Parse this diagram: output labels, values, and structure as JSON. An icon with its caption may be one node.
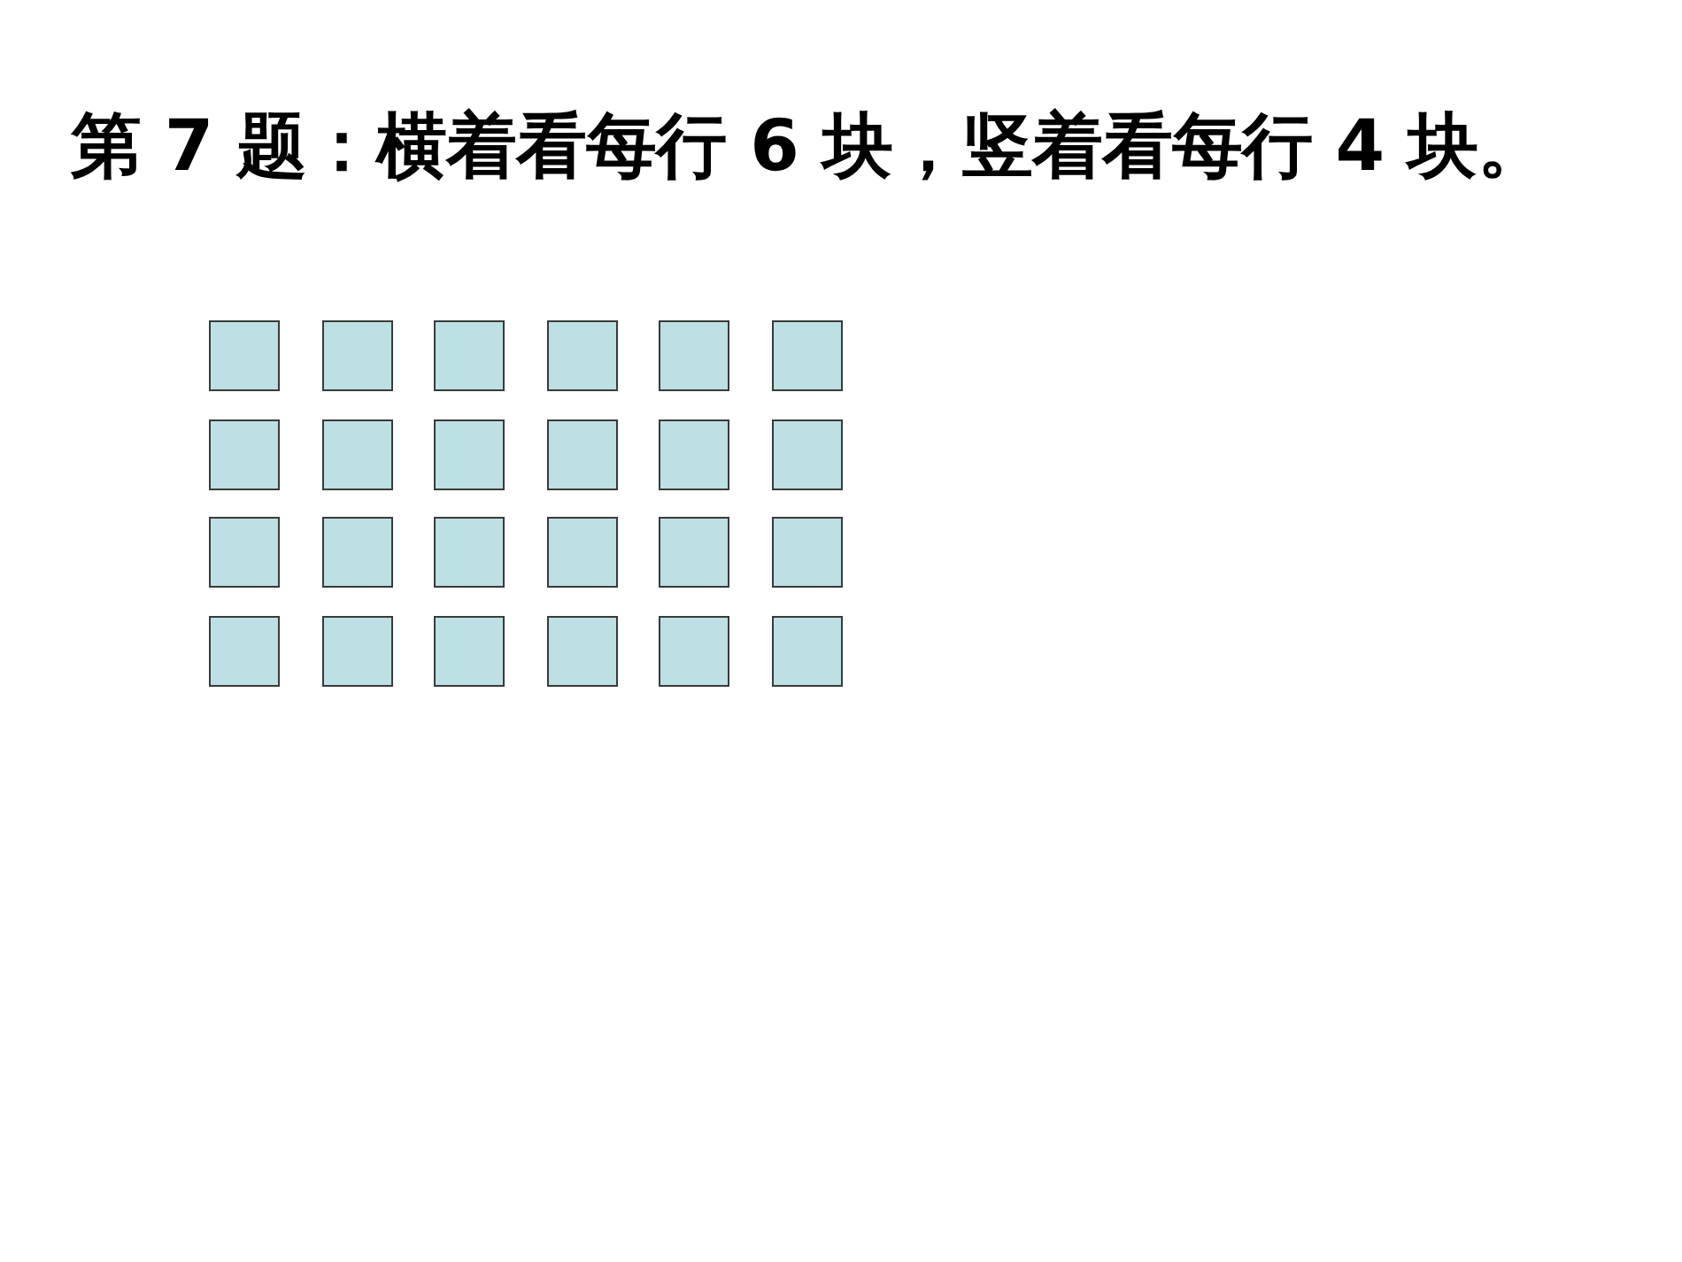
{
  "diagram": {
    "title": "第 7 题：横着看每行 6 块，竖着看每行 4 块。",
    "nodes": [
      {
        "text": [],
        "shape": "box"
      },
      {
        "text": [],
        "shape": "box"
      },
      {
        "text": [],
        "shape": "box"
      },
      {
        "text": [],
        "shape": "box"
      },
      {
        "text": [],
        "shape": "box"
      },
      {
        "text": [],
        "shape": "box"
      },
      {
        "text": [],
        "shape": "box"
      },
      {
        "text": [],
        "shape": "box"
      },
      {
        "text": [],
        "shape": "box"
      },
      {
        "text": [],
        "shape": "box"
      },
      {
        "text": [],
        "shape": "box"
      },
      {
        "text": [],
        "shape": "box"
      },
      {
        "text": [],
        "shape": "box"
      },
      {
        "text": [],
        "shape": "box"
      },
      {
        "text": [],
        "shape": "box"
      },
      {
        "text": [],
        "shape": "box"
      },
      {
        "text": [],
        "shape": "box"
      },
      {
        "text": [],
        "shape": "box"
      },
      {
        "text": [],
        "shape": "box"
      },
      {
        "text": [],
        "shape": "box"
      },
      {
        "text": [],
        "shape": "box"
      },
      {
        "text": [],
        "shape": "box"
      },
      {
        "text": [],
        "shape": "box"
      },
      {
        "text": [],
        "shape": "box"
      }
    ]
  }
}
